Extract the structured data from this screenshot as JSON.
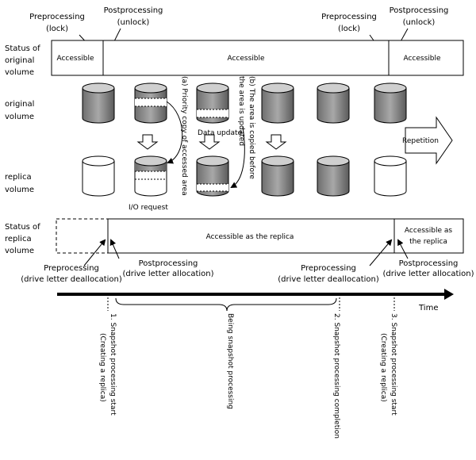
{
  "labels": {
    "pre_lock_1": [
      "Preprocessing",
      "(lock)"
    ],
    "post_unlock_1": [
      "Postprocessing",
      "(unlock)"
    ],
    "pre_lock_2": [
      "Preprocessing",
      "(lock)"
    ],
    "post_unlock_2": [
      "Postprocessing",
      "(unlock)"
    ],
    "status_original": [
      "Status of",
      "original",
      "volume"
    ],
    "original_volume": [
      "original",
      "volume"
    ],
    "replica_volume": [
      "replica",
      "volume"
    ],
    "status_replica": [
      "Status of",
      "replica",
      "volume"
    ],
    "pre_drive_1": [
      "Preprocessing",
      "(drive letter deallocation)"
    ],
    "post_drive_1": [
      "Postprocessing",
      "(drive letter allocation)"
    ],
    "pre_drive_2": [
      "Preprocessing",
      "(drive letter deallocation)"
    ],
    "post_drive_2": [
      "Postprocessing",
      "(drive letter allocation)"
    ]
  },
  "original_bar": {
    "left": "Accessible",
    "middle": "Accessible",
    "right": "Accessible"
  },
  "replica_bar": {
    "middle": "Accessible as the replica",
    "right": [
      "Accessible as",
      "the replica"
    ]
  },
  "annotations": {
    "priority_copy": "(a) Priority copy of accessed area",
    "area_copied": [
      "(b) The area is copied before",
      "the area is updated"
    ],
    "data_update": "Data update",
    "io_request": "I/O request",
    "repetition": "Repetition"
  },
  "timeline": {
    "time_label": "Time",
    "being_snapshot": "Being snapshot processing",
    "events": [
      [
        "1. Snapshot processing start",
        "(Creating a replica)"
      ],
      [
        "2. Snapshot processing completion"
      ],
      [
        "3. Snapshot processing start",
        "(Creating a replica)"
      ]
    ]
  }
}
